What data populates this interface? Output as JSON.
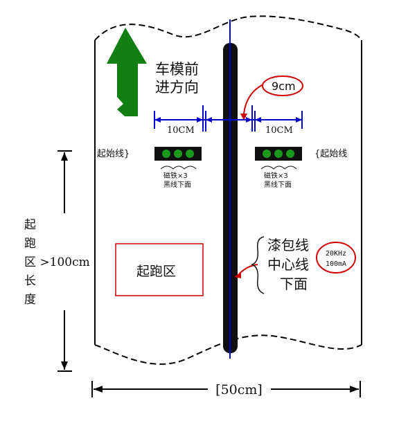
{
  "direction_label_line1": "车模前",
  "direction_label_line2": "进方向",
  "gap_label": "9cm",
  "left_offset_label": "10CM",
  "right_offset_label": "10CM",
  "start_line_left": "起始线}",
  "start_line_right": "{起始线",
  "magnet_note_line1": "磁铁×3",
  "magnet_note_line2": "黑线下面",
  "start_zone_side_label": [
    "起",
    "跑",
    "区 >100cm",
    "长",
    "度"
  ],
  "start_zone_box_label": "起跑区",
  "wire_note_line1": "漆包线",
  "wire_note_line2": "中心线",
  "wire_note_line3": "下面",
  "signal_freq": "20KHz",
  "signal_current": "100mA",
  "width_label": "[50cm]",
  "colors": {
    "arrow_green": "#127f12",
    "dimension_blue": "#0000cc",
    "track_black": "#101010",
    "callout_red": "#cc0000",
    "magnet_green": "#1a9a1a"
  },
  "icons": {
    "direction_arrow": "up-arrow-icon",
    "magnet": "magnet-icon"
  }
}
